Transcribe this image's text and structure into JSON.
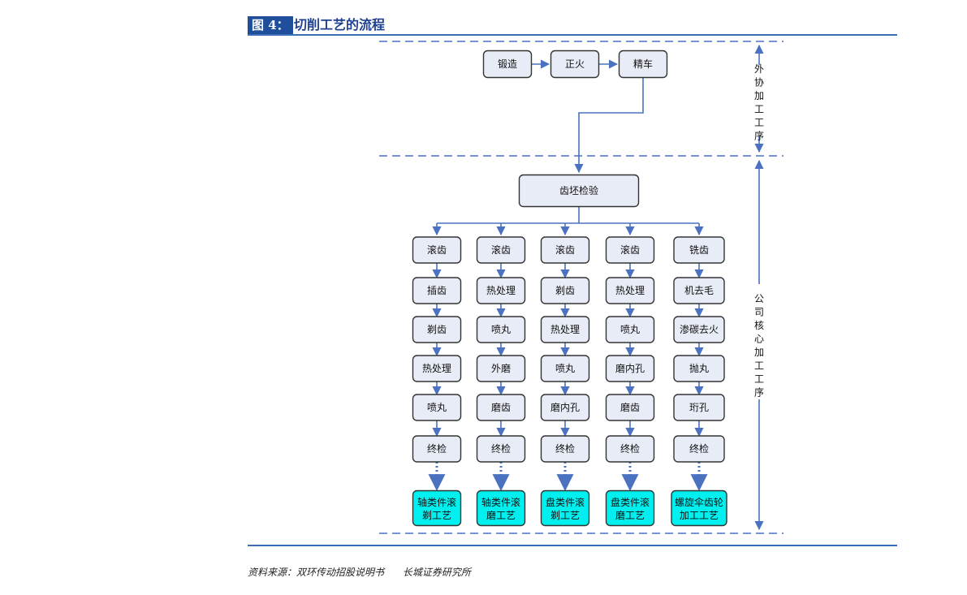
{
  "figure": {
    "tag": "图 4：",
    "title": "切削工艺的流程"
  },
  "sections": {
    "outsourced": "外协加工工序",
    "core": "公司核心加工工序"
  },
  "top_chain": [
    "锻造",
    "正火",
    "精车"
  ],
  "inspection": "齿坯检验",
  "columns": [
    {
      "steps": [
        "滚齿",
        "插齿",
        "剃齿",
        "热处理",
        "喷丸",
        "终检"
      ],
      "result": [
        "轴类件滚",
        "剃工艺"
      ]
    },
    {
      "steps": [
        "滚齿",
        "热处理",
        "喷丸",
        "外磨",
        "磨齿",
        "终检"
      ],
      "result": [
        "轴类件滚",
        "磨工艺"
      ]
    },
    {
      "steps": [
        "滚齿",
        "剃齿",
        "热处理",
        "喷丸",
        "磨内孔",
        "终检"
      ],
      "result": [
        "盘类件滚",
        "剃工艺"
      ]
    },
    {
      "steps": [
        "滚齿",
        "热处理",
        "喷丸",
        "磨内孔",
        "磨齿",
        "终检"
      ],
      "result": [
        "盘类件滚",
        "磨工艺"
      ]
    },
    {
      "steps": [
        "铣齿",
        "机去毛",
        "渗碳去火",
        "抛丸",
        "珩孔",
        "终检"
      ],
      "result": [
        "螺旋伞齿轮",
        "加工工艺"
      ]
    }
  ],
  "source": "资料来源：双环传动招股说明书      长城证券研究所",
  "colors": {
    "node_fill": "#e8ecf6",
    "result_fill": "#00f0f0",
    "edge": "#4a72c0",
    "tag_bg": "#1f4e9a"
  }
}
